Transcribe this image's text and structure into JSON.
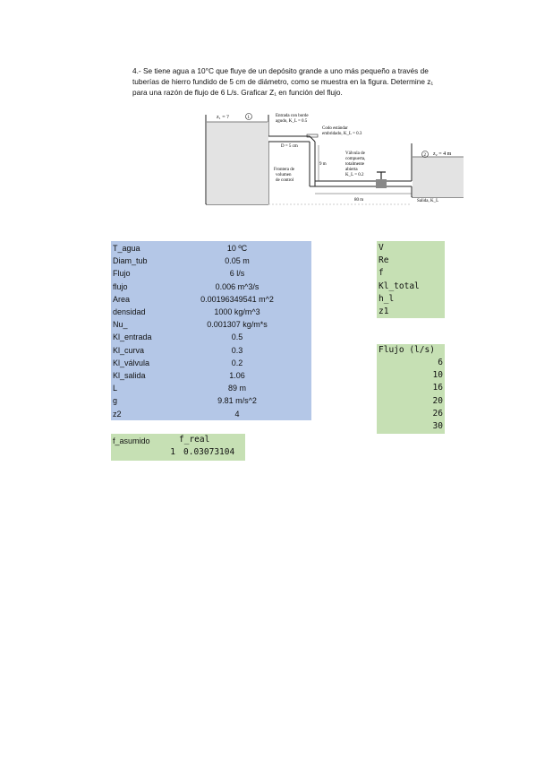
{
  "problem": {
    "line1": "4.- Se tiene agua a 10°C que fluye de un depósito grande a uno más pequeño a través de",
    "line2": "tuberías de hierro fundido de 5 cm de diámetro, como se muestra en la figura. Determine z₁",
    "line3": "para una razón de flujo de 6 L/s. Graficar Z₁ en función del flujo."
  },
  "figure": {
    "z1_label": "z₁ = ?",
    "point1": "1",
    "point2": "2",
    "z2_label": "z₂ = 4 m",
    "entrance": "Entrada con borde",
    "entrance2": "agudo, K_L = 0.5",
    "elbow": "Codo estándar",
    "elbow2": "embridado, K_L = 0.3",
    "diameter": "D = 5 cm",
    "height": "9 m",
    "boundary1": "Frontera de",
    "boundary2": "volumen",
    "boundary3": "de control",
    "valve1": "Válvula de",
    "valve2": "compuerta,",
    "valve3": "totalmente",
    "valve4": "abierta",
    "valve5": "K_L = 0.2",
    "length": "80 m",
    "exit": "Salida, K_L"
  },
  "params": [
    {
      "name": "T_agua",
      "value": "10 ºC"
    },
    {
      "name": "Diam_tub",
      "value": "0.05 m"
    },
    {
      "name": "Flujo",
      "value": "6 l/s"
    },
    {
      "name": "flujo",
      "value": "0.006 m^3/s"
    },
    {
      "name": "Area",
      "value": "0.00196349541 m^2"
    },
    {
      "name": "densidad",
      "value": "1000 kg/m^3"
    },
    {
      "name": "Nu_",
      "value": "0.001307 kg/m*s"
    },
    {
      "name": "Kl_entrada",
      "value": "0.5"
    },
    {
      "name": "Kl_curva",
      "value": "0.3"
    },
    {
      "name": "Kl_válvula",
      "value": "0.2"
    },
    {
      "name": "Kl_salida",
      "value": "1.06"
    },
    {
      "name": "L",
      "value": "89 m"
    },
    {
      "name": "g",
      "value": "9.81 m/s^2"
    },
    {
      "name": "z2",
      "value": "4"
    }
  ],
  "results_labels": [
    "V",
    "Re",
    "f",
    "Kl_total",
    "h_l",
    "z1"
  ],
  "flujo_table": {
    "header": "Flujo (l/s)",
    "values": [
      "6",
      "10",
      "16",
      "20",
      "26",
      "30"
    ]
  },
  "f_table": {
    "col1": "f_asumido",
    "col2": "f_real",
    "val1": "1",
    "val2": "0.03073104"
  }
}
